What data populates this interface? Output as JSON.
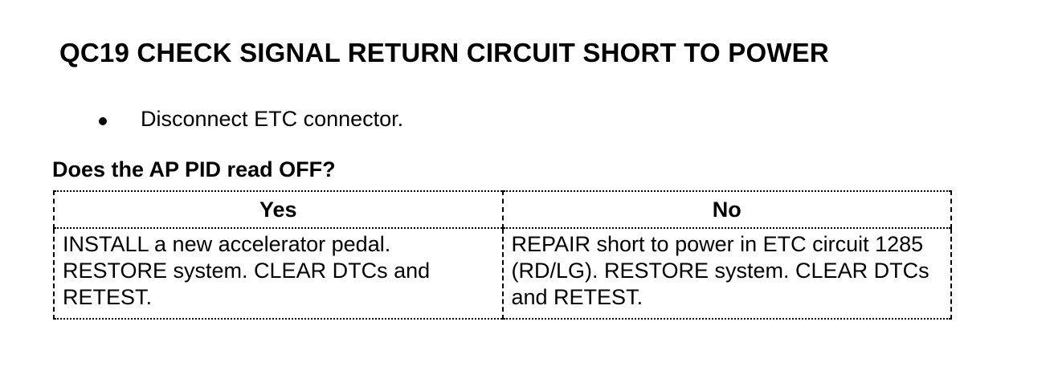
{
  "doc": {
    "title": "QC19 CHECK SIGNAL RETURN CIRCUIT SHORT TO POWER",
    "bullet": {
      "text": "Disconnect ETC connector."
    },
    "question": "Does the AP PID read OFF?",
    "table": {
      "headers": [
        "Yes",
        "No"
      ],
      "cells": [
        "INSTALL a new accelerator pedal. RESTORE system. CLEAR DTCs and RETEST.",
        "REPAIR short to power in ETC circuit 1285 (RD/LG). RESTORE system. CLEAR DTCs and RETEST."
      ]
    },
    "colors": {
      "text": "#000000",
      "background": "#ffffff",
      "border": "#000000"
    }
  }
}
